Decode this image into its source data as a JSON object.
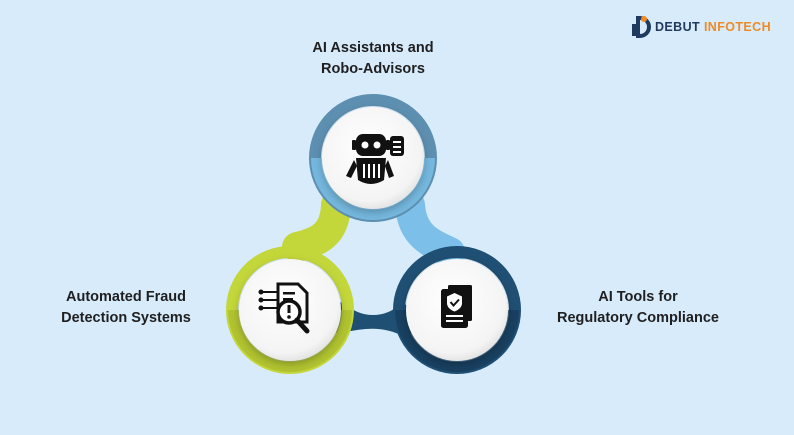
{
  "brand": {
    "name_part1": "DEBUT",
    "name_part2": "INFOTECH",
    "mark_icon": "debut-logo-d-icon"
  },
  "colors": {
    "background": "#d7ebfb",
    "top_ring": "#5d8fb0",
    "left_ring": "#c3d63a",
    "right_ring": "#1f4f73",
    "icon": "#111111"
  },
  "nodes": [
    {
      "id": "top",
      "line1": "AI Assistants and",
      "line2": "Robo-Advisors",
      "icon": "robot-icon"
    },
    {
      "id": "left",
      "line1": "Automated Fraud",
      "line2": "Detection Systems",
      "icon": "fraud-detection-icon"
    },
    {
      "id": "right",
      "line1": "AI Tools for",
      "line2": "Regulatory Compliance",
      "icon": "compliance-document-icon"
    }
  ]
}
